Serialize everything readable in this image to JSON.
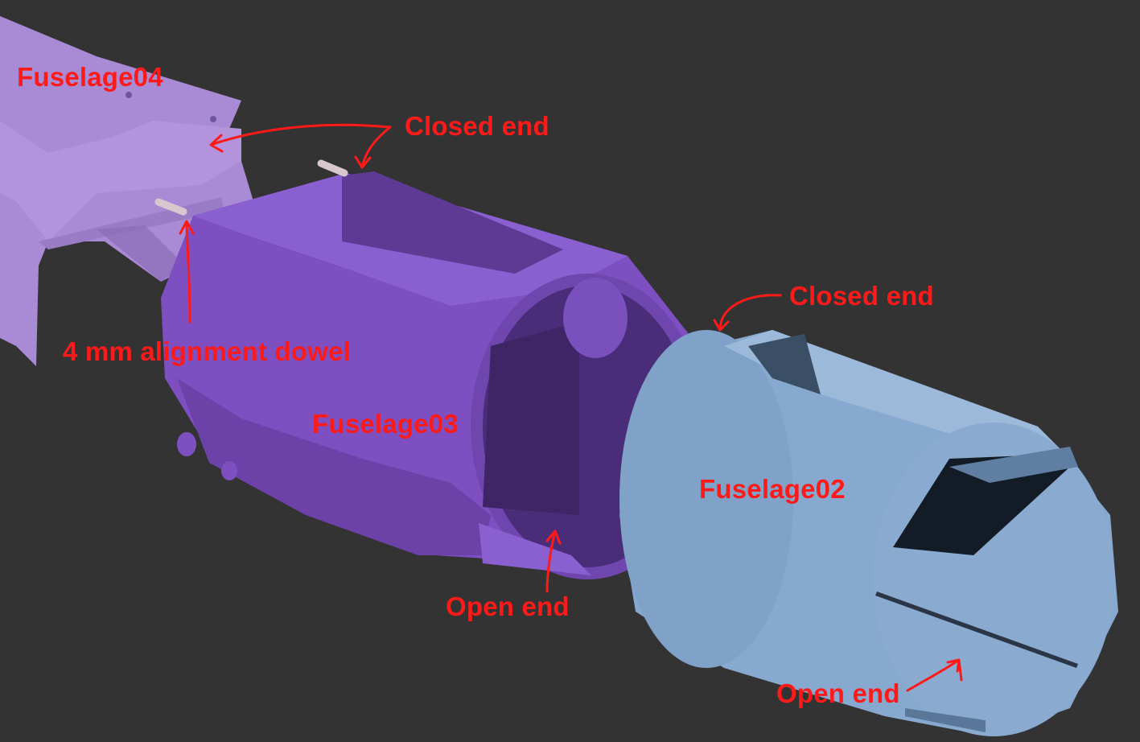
{
  "colors": {
    "background": "#333333",
    "annotation": "#ff1a1a",
    "fuselage04": "#a98ad4",
    "fuselage03": "#7d4fc0",
    "fuselage02": "#87a9d0"
  },
  "labels": {
    "fuselage04": "Fuselage04",
    "fuselage03": "Fuselage03",
    "fuselage02": "Fuselage02",
    "closed_end_top": "Closed end",
    "closed_end_right": "Closed end",
    "dowel": "4 mm alignment dowel",
    "open_end_mid": "Open end",
    "open_end_right": "Open end"
  }
}
